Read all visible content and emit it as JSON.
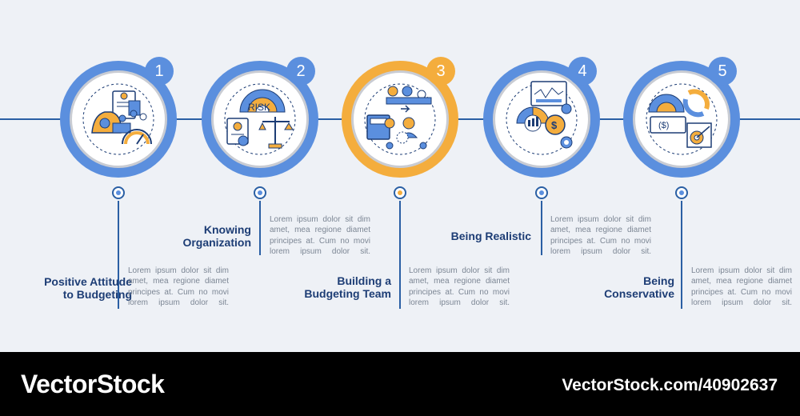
{
  "accent_blue": "#5b8fde",
  "accent_yellow": "#f4ad3d",
  "steps": [
    {
      "number": "1",
      "title_line1": "Positive Attitude",
      "title_line2": "to Budgeting",
      "description": "Lorem ipsum dolor sit dim amet, mea regione diamet principes at. Cum no movi lorem ipsum dolor sit.",
      "icon": "budget-money-bag-icon"
    },
    {
      "number": "2",
      "title_line1": "Knowing",
      "title_line2": "Organization",
      "description": "Lorem ipsum dolor sit dim amet, mea regione diamet principes at. Cum no movi lorem ipsum dolor sit.",
      "icon": "risk-scales-icon",
      "icon_text": "RISK"
    },
    {
      "number": "3",
      "title_line1": "Building a",
      "title_line2": "Budgeting Team",
      "description": "Lorem ipsum dolor sit dim amet, mea regione diamet principes at. Cum no movi lorem ipsum dolor sit.",
      "icon": "team-icon"
    },
    {
      "number": "4",
      "title_line1": "Being Realistic",
      "title_line2": "",
      "description": "Lorem ipsum dolor sit dim amet, mea regione diamet principes at. Cum no movi lorem ipsum dolor sit.",
      "icon": "analytics-gears-icon"
    },
    {
      "number": "5",
      "title_line1": "Being",
      "title_line2": "Conservative",
      "description": "Lorem ipsum dolor sit dim amet, mea regione diamet principes at. Cum no movi lorem ipsum dolor sit.",
      "icon": "cash-target-icon",
      "icon_text": "($)"
    }
  ],
  "footer": {
    "brand": "VectorStock",
    "image_id": "VectorStock.com/40902637"
  }
}
